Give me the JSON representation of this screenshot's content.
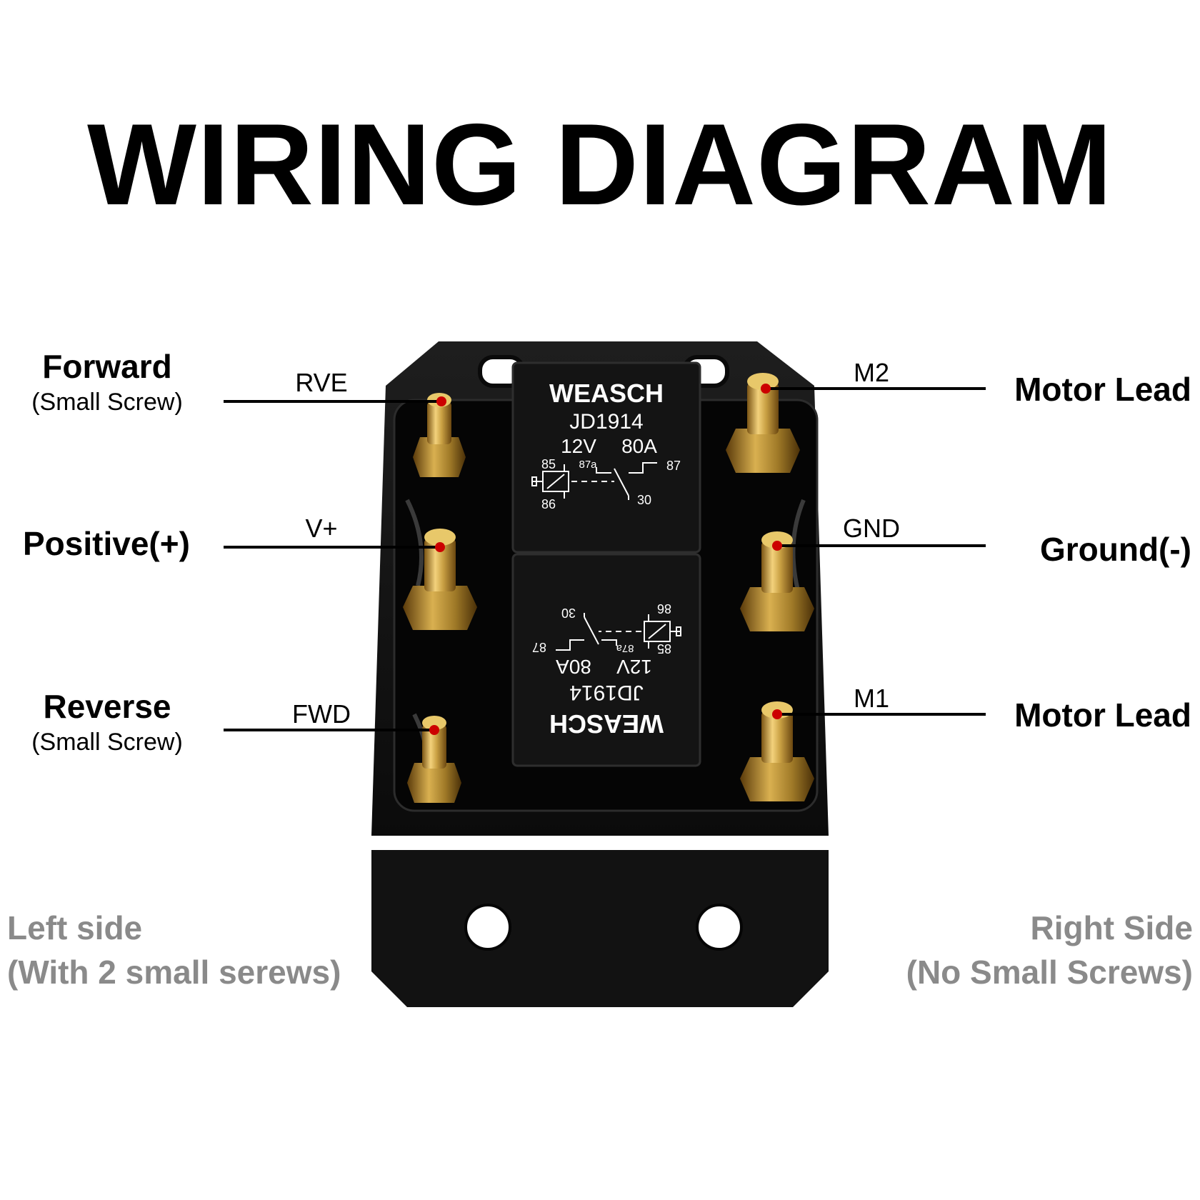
{
  "title": "WIRING DIAGRAM",
  "left_terminals": [
    {
      "label": "Forward",
      "sublabel": "(Small Screw)",
      "pin": "RVE"
    },
    {
      "label": "Positive(+)",
      "sublabel": "",
      "pin": "V+"
    },
    {
      "label": "Reverse",
      "sublabel": "(Small Screw)",
      "pin": "FWD"
    }
  ],
  "right_terminals": [
    {
      "label": "Motor Lead",
      "pin": "M2"
    },
    {
      "label": "Ground(-)",
      "pin": "GND"
    },
    {
      "label": "Motor Lead",
      "pin": "M1"
    }
  ],
  "left_note": {
    "line1": "Left side",
    "line2": "(With 2 small serews)"
  },
  "right_note": {
    "line1": "Right Side",
    "line2": "(No Small Screws)"
  },
  "relay": {
    "brand": "WEASCH",
    "model": "JD1914",
    "voltage": "12V",
    "current": "80A",
    "pins": [
      "85",
      "86",
      "87a",
      "87",
      "30"
    ]
  },
  "colors": {
    "accent_dot": "#cc0000",
    "brass": "#c9a043",
    "housing": "#141414",
    "note_gray": "#8a8a8a"
  }
}
